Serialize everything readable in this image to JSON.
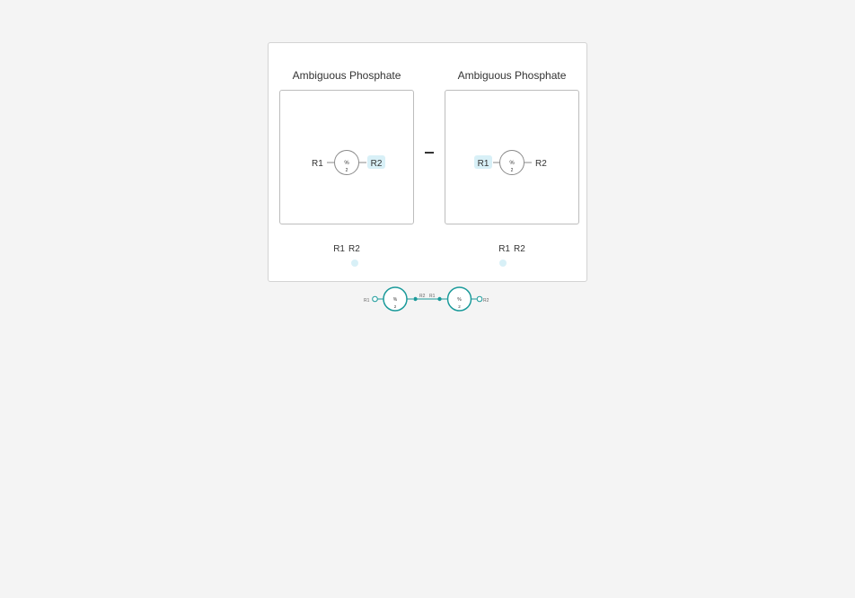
{
  "monomers": [
    {
      "title": "Ambiguous Phosphate",
      "symbol_top": "%",
      "symbol_bottom": "2",
      "left_ap": "R1",
      "right_ap": "R2",
      "highlighted_ap": "R2",
      "ap_labels": [
        "R1",
        "R2"
      ]
    },
    {
      "title": "Ambiguous Phosphate",
      "symbol_top": "%",
      "symbol_bottom": "2",
      "left_ap": "R1",
      "right_ap": "R2",
      "highlighted_ap": "R1",
      "ap_labels": [
        "R1",
        "R2"
      ]
    }
  ],
  "operator": "–",
  "chain": {
    "left_end_label": "R1",
    "bond_left_label": "R2",
    "bond_right_label": "R1",
    "right_end_label": "R2",
    "monomer_symbol_top": "%",
    "monomer_symbol_bottom": "2"
  },
  "colors": {
    "highlight": "#d8f0f7",
    "chain_teal": "#1a9a9a",
    "outline_gray": "#8a8a8a"
  }
}
